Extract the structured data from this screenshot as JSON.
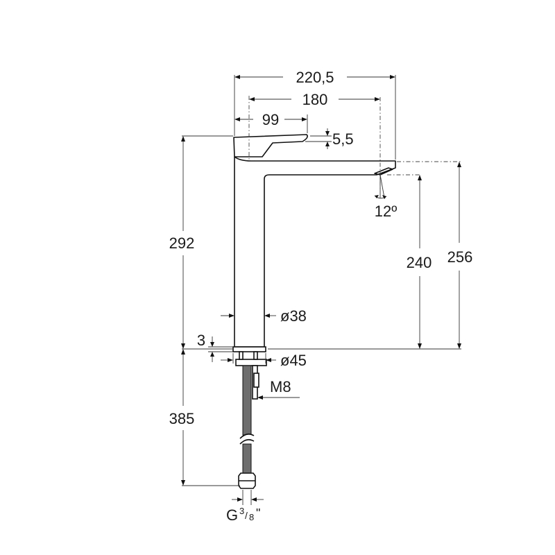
{
  "dimensions": {
    "overall_width": "220,5",
    "spout_reach": "180",
    "handle_reach": "99",
    "handle_offset": "5,5",
    "spout_angle": "12º",
    "height_to_spout": "240",
    "overall_spout_height": "256",
    "total_height": "292",
    "body_diameter": "ø38",
    "base_thickness": "3",
    "base_diameter": "ø45",
    "thread": "M8",
    "hose_length": "385",
    "connection_prefix": "G",
    "connection_num": "3",
    "connection_den": "8",
    "connection_suffix": "\""
  }
}
